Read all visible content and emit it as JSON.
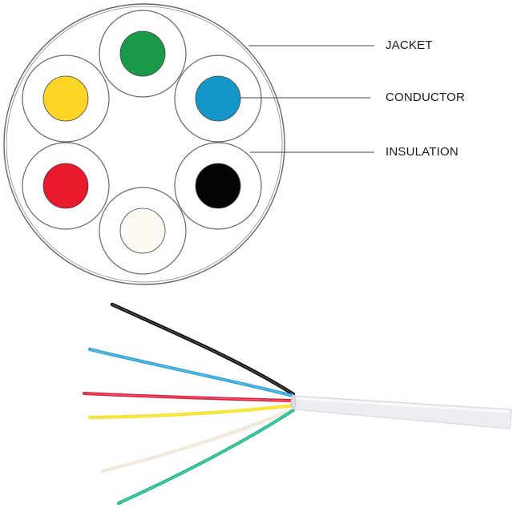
{
  "labels": {
    "jacket": "JACKET",
    "conductor": "CONDUCTOR",
    "insulation": "INSULATION"
  },
  "cross_section": {
    "conductors": [
      {
        "name": "green",
        "color": "#1a9a48"
      },
      {
        "name": "blue",
        "color": "#1596c9"
      },
      {
        "name": "black",
        "color": "#050505"
      },
      {
        "name": "white",
        "color": "#fdf8f2"
      },
      {
        "name": "red",
        "color": "#e8192c"
      },
      {
        "name": "yellow",
        "color": "#fdd526"
      }
    ],
    "jacket_color": "#ffffff",
    "outline_color": "#555555"
  },
  "cable": {
    "sheath_color": "#ececf0",
    "wires": [
      {
        "name": "black",
        "color": "#111111"
      },
      {
        "name": "blue",
        "color": "#2aa3d8"
      },
      {
        "name": "red",
        "color": "#e3193a"
      },
      {
        "name": "yellow",
        "color": "#f5e21a"
      },
      {
        "name": "white",
        "color": "#f0e6d6"
      },
      {
        "name": "green",
        "color": "#1bb88a"
      }
    ]
  }
}
